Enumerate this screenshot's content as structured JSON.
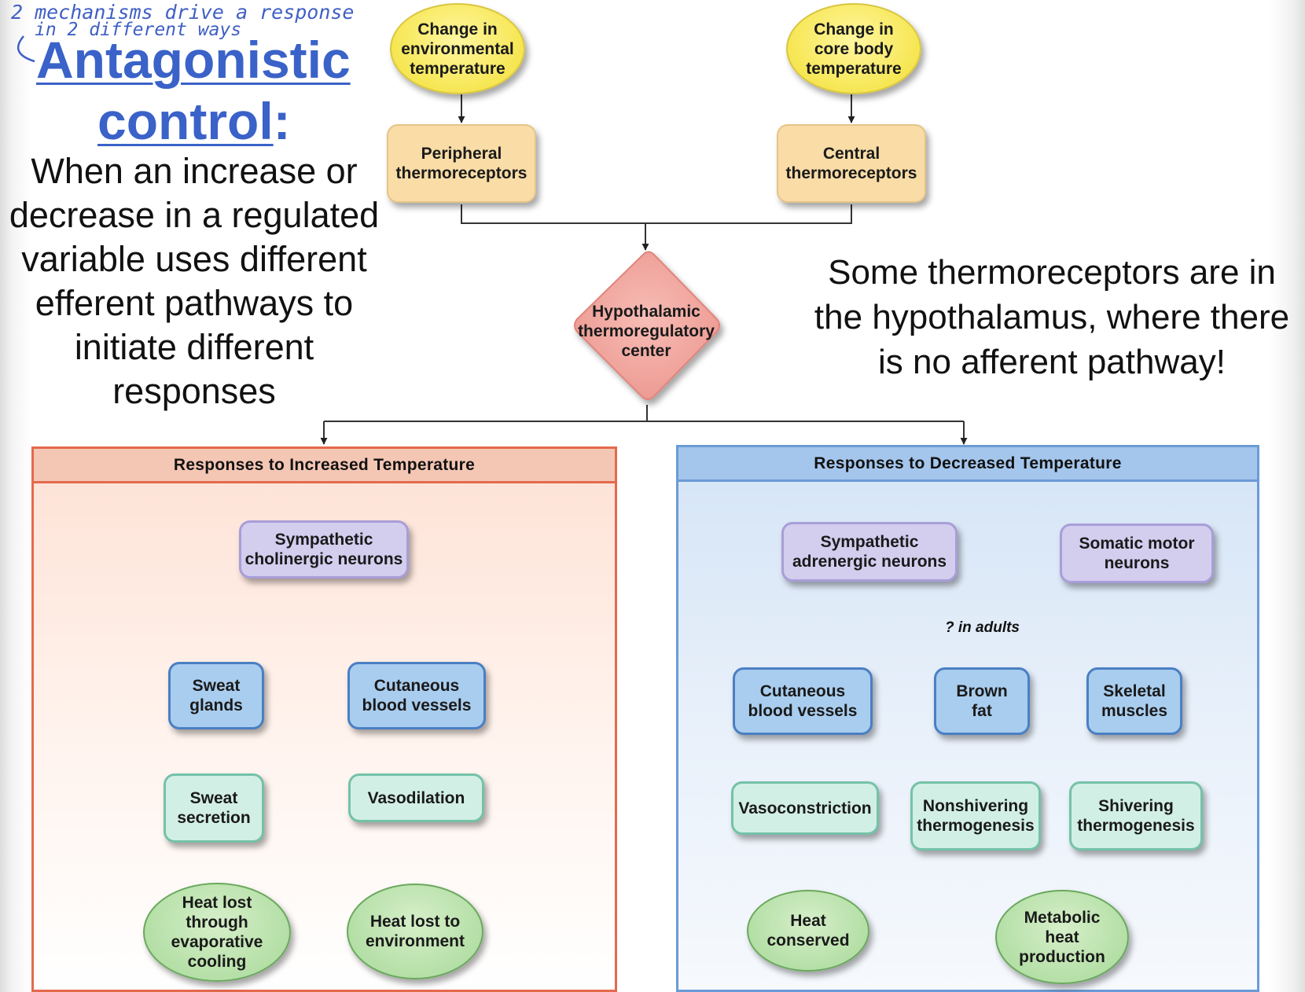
{
  "handwritten": {
    "line1": "2 mechanisms drive a response",
    "line2": "in 2 different ways"
  },
  "title": {
    "line1": "Antagonistic",
    "line2": "control",
    "colon": ":"
  },
  "definition": "When an increase or decrease in a regulated variable uses different efferent pathways to initiate different responses",
  "note": "Some thermoreceptors are in the hypothalamus, where there is no afferent pathway!",
  "stimuli": {
    "environmental": "Change in environmental temperature",
    "core": "Change in core body temperature"
  },
  "receptors": {
    "peripheral": "Peripheral thermoreceptors",
    "central": "Central thermoreceptors"
  },
  "center": "Hypothalamic thermoregulatory center",
  "increased": {
    "header": "Responses to Increased Temperature",
    "neurons": "Sympathetic cholinergic neurons",
    "effectors": [
      "Sweat glands",
      "Cutaneous blood vessels"
    ],
    "responses": [
      "Sweat secretion",
      "Vasodilation"
    ],
    "outcomes": [
      "Heat lost through evaporative cooling",
      "Heat lost to environment"
    ]
  },
  "decreased": {
    "header": "Responses to Decreased Temperature",
    "neurons": [
      "Sympathetic adrenergic neurons",
      "Somatic motor neurons"
    ],
    "branch_label": "? in adults",
    "effectors": [
      "Cutaneous blood vessels",
      "Brown fat",
      "Skeletal muscles"
    ],
    "responses": [
      "Vasoconstriction",
      "Nonshivering thermogenesis",
      "Shivering thermogenesis"
    ],
    "outcomes": [
      "Heat conserved",
      "Metabolic heat production"
    ]
  },
  "colors": {
    "title_blue": "#3a62c8",
    "stimulus_yellow": "#f6e653",
    "receptor_tan": "#f9dca6",
    "center_red": "#f0a7a1",
    "neuron_lavender": "#d3cdee",
    "effector_blue": "#a9cdee",
    "response_mint": "#d2efe5",
    "outcome_green": "#b2dea4",
    "increase_panel": "#f4c6b4",
    "decrease_panel": "#a4c6ec"
  }
}
